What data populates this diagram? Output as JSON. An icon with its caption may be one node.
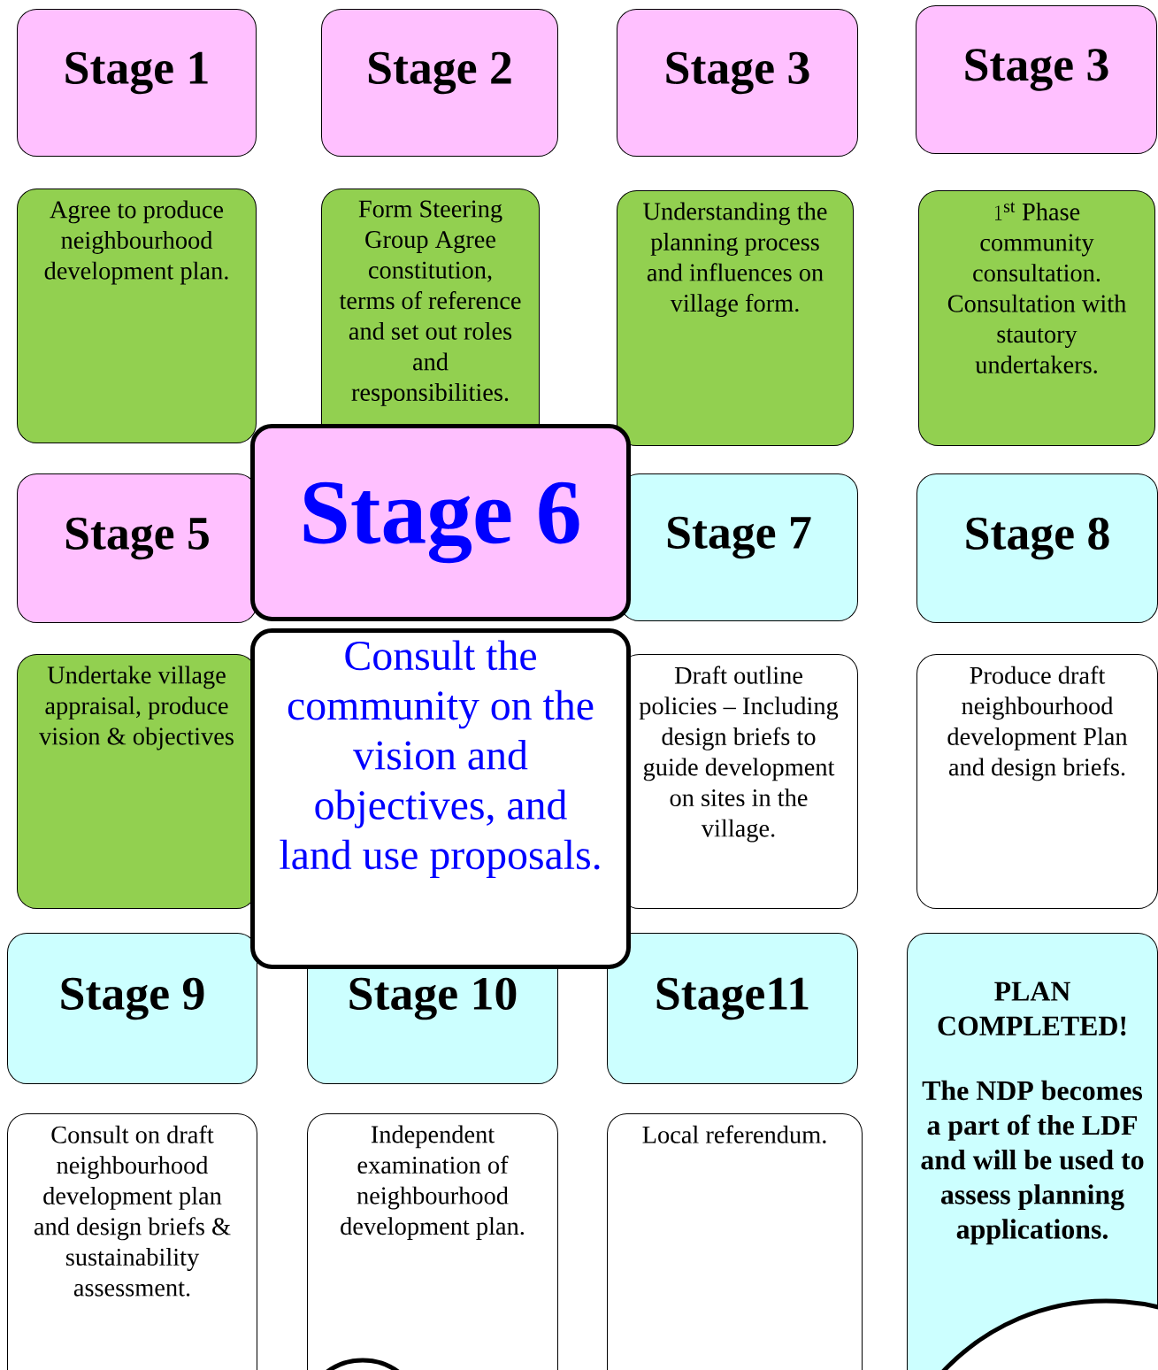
{
  "diagram": {
    "nodes": [
      {
        "text": [
          "Stage 1"
        ]
      },
      {
        "text": [
          "Stage 2"
        ]
      },
      {
        "text": [
          "Stage 3"
        ]
      },
      {
        "text": [
          "Stage 3"
        ]
      },
      {
        "text": [
          "Agree to produce neighbourhood development plan."
        ]
      },
      {
        "text": [
          "Form Steering Group Agree constitution, terms of reference and set out roles and responsibilities."
        ]
      },
      {
        "text": [
          "Understanding the planning process and influences on village form."
        ]
      },
      {
        "text": [
          "1^{\\mathrm{st}}",
          "Phase community consultation. Consultation with stautory undertakers."
        ]
      },
      {
        "text": [
          "Stage 5"
        ]
      },
      {
        "text": [
          "Stage 6"
        ]
      },
      {
        "text": [
          "Stage 7"
        ]
      },
      {
        "text": [
          "Stage 8"
        ]
      },
      {
        "text": [
          "Undertake village appraisal, produce vision & objectives"
        ]
      },
      {
        "text": [
          "Consult the community on the vision and objectives, and land use proposals."
        ]
      },
      {
        "text": [
          "Draft outline policies – Including design briefs to guide development on sites in the village."
        ]
      },
      {
        "text": [
          "Produce draft neighbourhood development Plan and design briefs."
        ]
      },
      {
        "text": [
          "Stage 9"
        ]
      },
      {
        "text": [
          "Stage 10"
        ]
      },
      {
        "text": [
          "Stage11"
        ]
      },
      {
        "text": [
          "PLAN COMPLETED!",
          "The NDP becomes a part of the LDF and will be used to assess planning applications."
        ]
      },
      {
        "text": [
          "Consult on draft neighbourhood development plan and design briefs & sustainability assessment."
        ]
      },
      {
        "text": [
          "Independent examination of neighbourhood development plan."
        ]
      },
      {
        "text": [
          "Local referendum."
        ]
      }
    ]
  }
}
